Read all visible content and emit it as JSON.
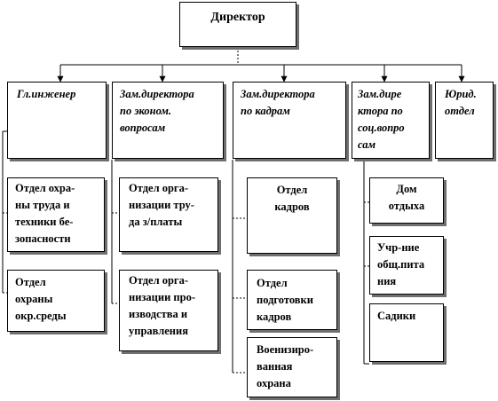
{
  "director": "Директор",
  "top_units": [
    {
      "label": "Гл.инженер"
    },
    {
      "label": "Зам.директора\nпо эконом.\nвопросам"
    },
    {
      "label": "Зам.директора\nпо кадрам"
    },
    {
      "label": "Зам.дире\nктора по\nсоц.вопро\nсам"
    },
    {
      "label": "Юрид.\nотдел"
    }
  ],
  "departments": {
    "chief_engineer": [
      {
        "label": "Отдел охра-\nны труда и\nтехники бе-\nзопасности"
      },
      {
        "label": "Отдел\nохраны\nокр.среды"
      }
    ],
    "economics": [
      {
        "label": "Отдел орга-\nнизации тру-\nда з/платы"
      },
      {
        "label": "Отдел орга-\nнизации про-\nизводства и\nуправления"
      }
    ],
    "personnel": [
      {
        "label": "Отдел\nкадров"
      },
      {
        "label": "Отдел\nподготовки\nкадров"
      },
      {
        "label": "Военизиро-\nванная\nохрана"
      }
    ],
    "social": [
      {
        "label": "Дом\nотдыха"
      },
      {
        "label": "Учр-ние\nобщ.пита\nния"
      },
      {
        "label": "Садики"
      }
    ]
  }
}
